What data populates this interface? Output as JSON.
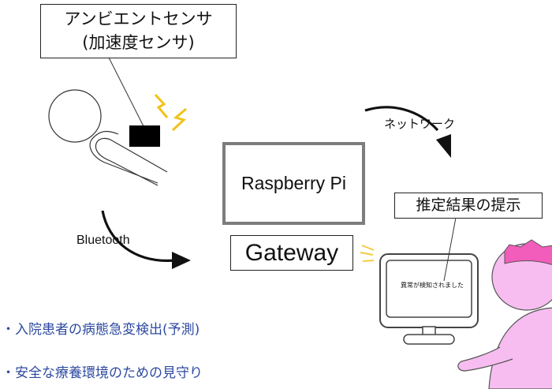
{
  "sensor": {
    "line1": "アンビエントセンサ",
    "line2": "(加速度センサ)"
  },
  "device": {
    "name": "Raspberry Pi"
  },
  "gateway": {
    "label": "Gateway"
  },
  "network": {
    "label": "ネットワーク"
  },
  "bluetooth": {
    "label": "Bluetooth"
  },
  "result": {
    "label": "推定結果の提示"
  },
  "monitor": {
    "message": "異常が検知されました"
  },
  "bullets": [
    "・入院患者の病態急変検出(予測)",
    "・安全な療養環境のための見守り"
  ]
}
